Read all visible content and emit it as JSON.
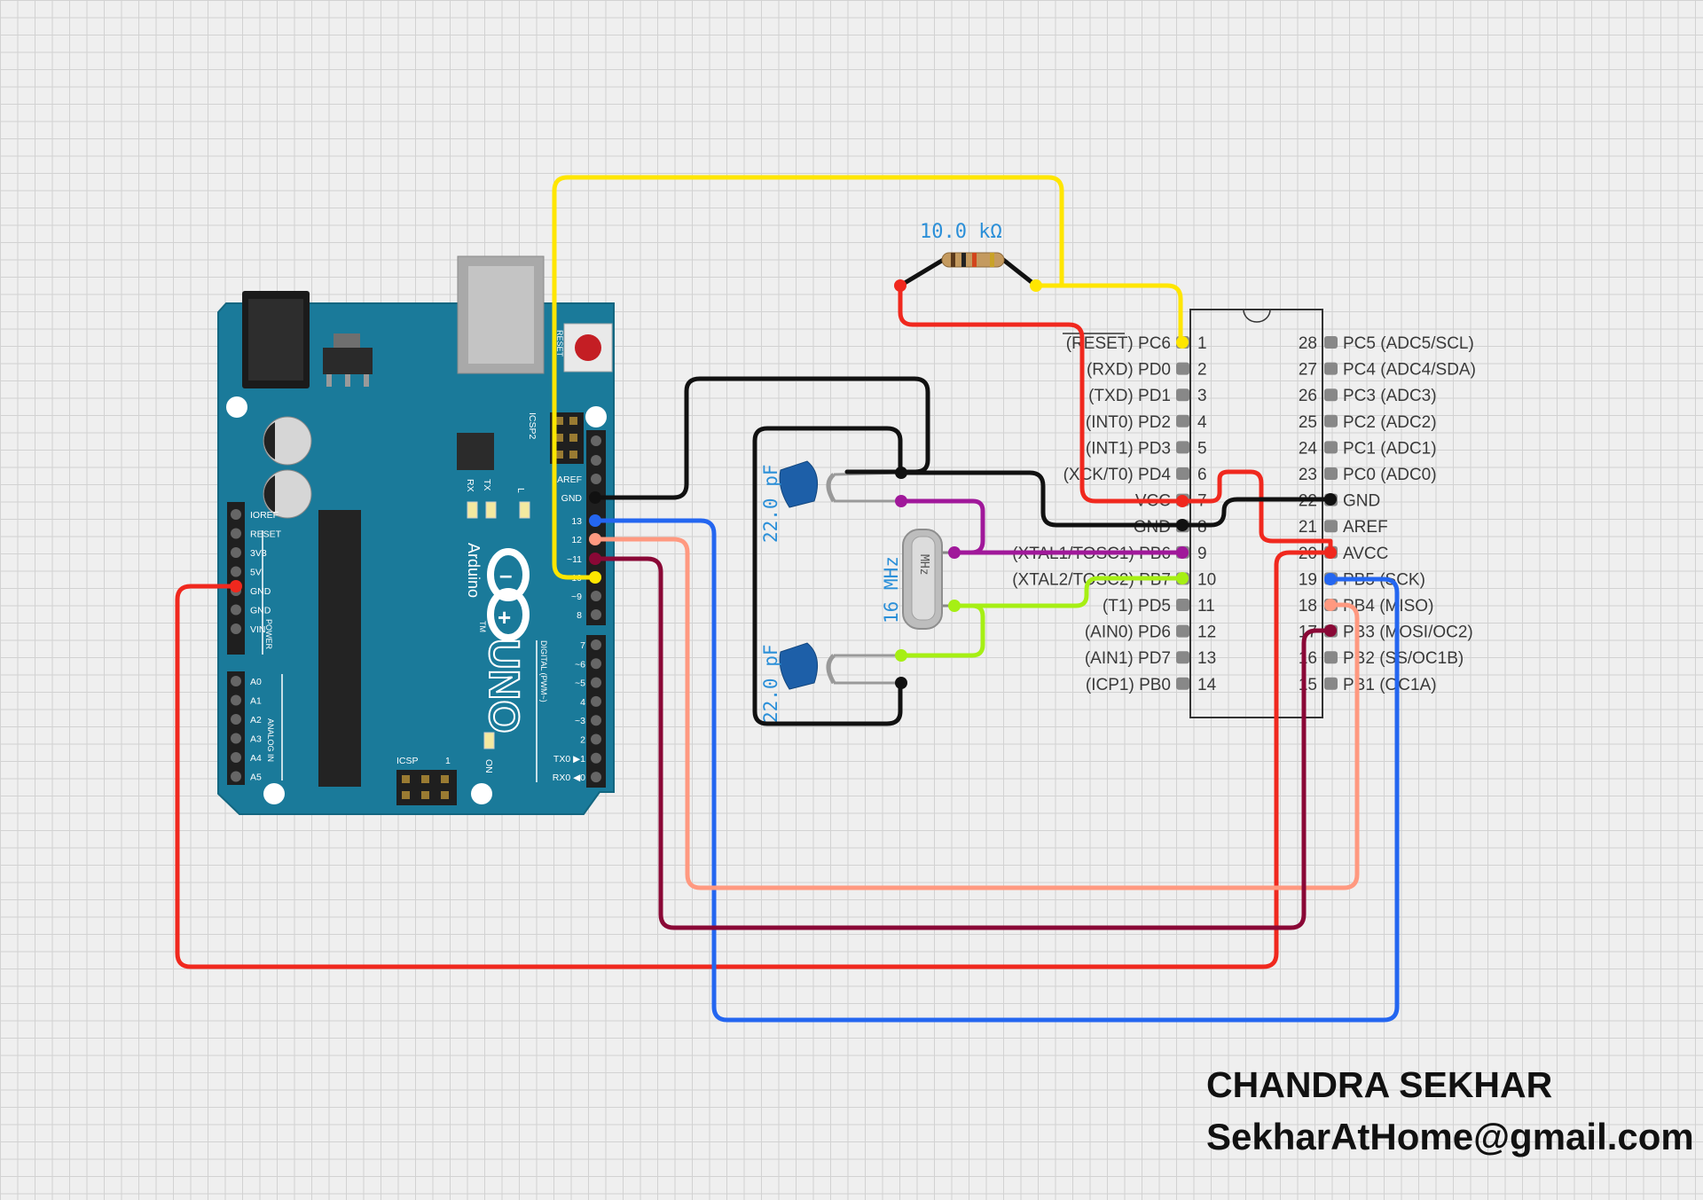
{
  "resistor": {
    "label": "10.0 kΩ"
  },
  "capacitors": {
    "top_label": "22.0 pF",
    "bottom_label": "22.0 pF"
  },
  "crystal": {
    "freq_label": "16 MHz",
    "body_label": "MHz"
  },
  "arduino": {
    "brand": "Arduino",
    "model": "UNO",
    "reset_label": "RESET",
    "icsp2_label": "ICSP2",
    "icsp_label": "ICSP",
    "rx_label": "RX",
    "tx_label": "TX",
    "l_label": "L",
    "on_label": "ON",
    "digital_label": "DIGITAL (PWM~)",
    "power_label": "POWER",
    "analog_label": "ANALOG IN",
    "tm": "TM",
    "icsp_one": "1",
    "power_pins": [
      "IOREF",
      "RESET",
      "3V3",
      "5V",
      "GND",
      "GND",
      "VIN"
    ],
    "analog_pins": [
      "A0",
      "A1",
      "A2",
      "A3",
      "A4",
      "A5"
    ],
    "header_top": [
      "AREF",
      "GND",
      "13",
      "12",
      "~11",
      "~10",
      "~9",
      "8"
    ],
    "header_bottom": [
      "7",
      "~6",
      "~5",
      "4",
      "~3",
      "2",
      "TX0 ▶1",
      "RX0 ◀0"
    ]
  },
  "chip": {
    "left_pins": [
      {
        "num": "1",
        "name": "(RESET) PC6"
      },
      {
        "num": "2",
        "name": "(RXD) PD0"
      },
      {
        "num": "3",
        "name": "(TXD) PD1"
      },
      {
        "num": "4",
        "name": "(INT0) PD2"
      },
      {
        "num": "5",
        "name": "(INT1) PD3"
      },
      {
        "num": "6",
        "name": "(XCK/T0) PD4"
      },
      {
        "num": "7",
        "name": "VCC"
      },
      {
        "num": "8",
        "name": "GND"
      },
      {
        "num": "9",
        "name": "(XTAL1/TOSC1) PB6"
      },
      {
        "num": "10",
        "name": "(XTAL2/TOSC2) PB7"
      },
      {
        "num": "11",
        "name": "(T1) PD5"
      },
      {
        "num": "12",
        "name": "(AIN0) PD6"
      },
      {
        "num": "13",
        "name": "(AIN1) PD7"
      },
      {
        "num": "14",
        "name": "(ICP1) PB0"
      }
    ],
    "right_pins": [
      {
        "num": "28",
        "name": "PC5 (ADC5/SCL)"
      },
      {
        "num": "27",
        "name": "PC4 (ADC4/SDA)"
      },
      {
        "num": "26",
        "name": "PC3 (ADC3)"
      },
      {
        "num": "25",
        "name": "PC2 (ADC2)"
      },
      {
        "num": "24",
        "name": "PC1 (ADC1)"
      },
      {
        "num": "23",
        "name": "PC0 (ADC0)"
      },
      {
        "num": "22",
        "name": "GND"
      },
      {
        "num": "21",
        "name": "AREF"
      },
      {
        "num": "20",
        "name": "AVCC"
      },
      {
        "num": "19",
        "name": "PB5 (SCK)"
      },
      {
        "num": "18",
        "name": "PB4 (MISO)"
      },
      {
        "num": "17",
        "name": "PB3 (MOSI/OC2)"
      },
      {
        "num": "16",
        "name": "PB2 (SS/OC1B)"
      },
      {
        "num": "15",
        "name": "PB1 (OC1A)"
      }
    ]
  },
  "author": {
    "name": "CHANDRA SEKHAR",
    "email": "SekharAtHome@gmail.com"
  },
  "colors": {
    "board": "#1a7a9a",
    "wire_yellow": "#ffe600",
    "wire_red": "#f0281e",
    "wire_black": "#111111",
    "wire_purple": "#a0189a",
    "wire_green": "#a6ef14",
    "wire_blue": "#2466f0",
    "wire_salmon": "#ff9980",
    "wire_maroon": "#8a0836",
    "label_blue": "#2b8fd8"
  }
}
